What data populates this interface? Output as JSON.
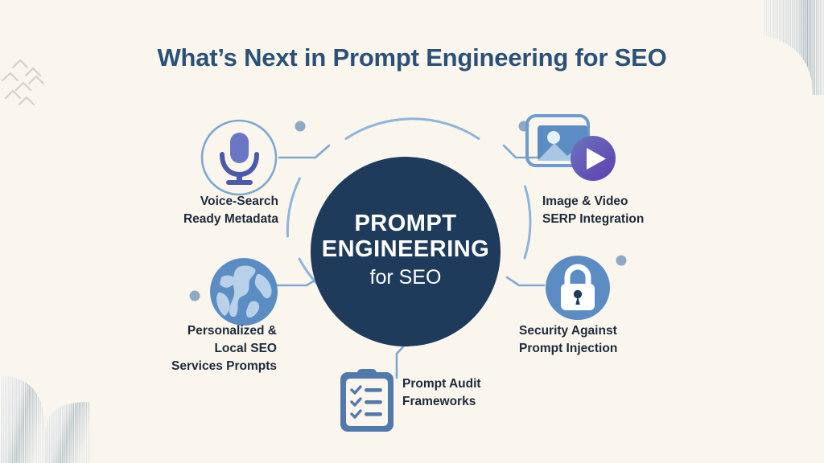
{
  "header": {
    "title": "What’s Next in Prompt Engineering for SEO"
  },
  "hub": {
    "line1": "PROMPT",
    "line2": "ENGINEERING",
    "line3": "for SEO"
  },
  "nodes": [
    {
      "id": "voice-search",
      "label": "Voice-Search\nReady Metadata",
      "icon": "microphone-icon",
      "position": "top-left"
    },
    {
      "id": "image-video",
      "label": "Image & Video\nSERP Integration",
      "icon": "image-video-play-icon",
      "position": "top-right"
    },
    {
      "id": "personalized-local",
      "label": "Personalized &\nLocal SEO\nServices Prompts",
      "icon": "globe-icon",
      "position": "bottom-left"
    },
    {
      "id": "security",
      "label": "Security Against\nPrompt Injection",
      "icon": "lock-icon",
      "position": "bottom-right"
    },
    {
      "id": "prompt-audit",
      "label": "Prompt Audit\nFrameworks",
      "icon": "clipboard-checklist-icon",
      "position": "bottom-center"
    }
  ],
  "colors": {
    "background": "#faf6ee",
    "title": "#2b5179",
    "hub_fill": "#1f3b5c",
    "hub_text": "#ffffff",
    "label_text": "#1e2a3a",
    "ring_stroke": "#8fb4d9",
    "connector": "#7fa8d0",
    "dot": "#8ea9c4",
    "icon_blue": "#5b8cc4",
    "icon_periwinkle": "#6b76c4",
    "icon_purple": "#6456b8",
    "deco_gray": "#d9d6cf"
  }
}
